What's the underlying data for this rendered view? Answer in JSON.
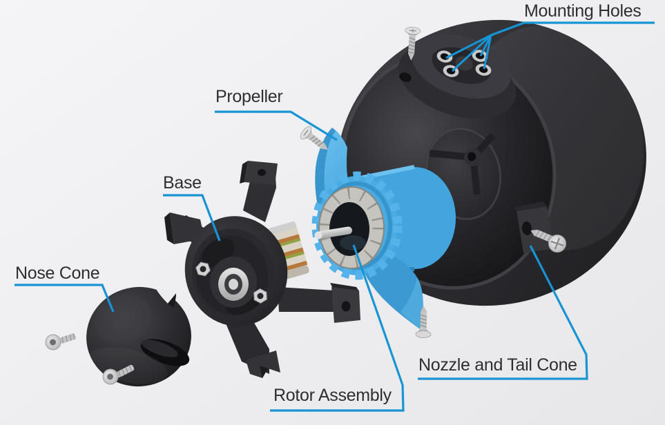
{
  "colors": {
    "accent": "#1794d3",
    "label_text": "#2e2e30",
    "propeller_blue": "#4aabe3",
    "dark_part": "#2c2c30",
    "metal_silver": "#c9c9c9",
    "background": "#f0f0f2"
  },
  "labels": {
    "mounting_holes": "Mounting Holes",
    "propeller": "Propeller",
    "base": "Base",
    "nose_cone": "Nose Cone",
    "rotor_assembly": "Rotor Assembly",
    "nozzle_tail_cone": "Nozzle and Tail Cone"
  }
}
